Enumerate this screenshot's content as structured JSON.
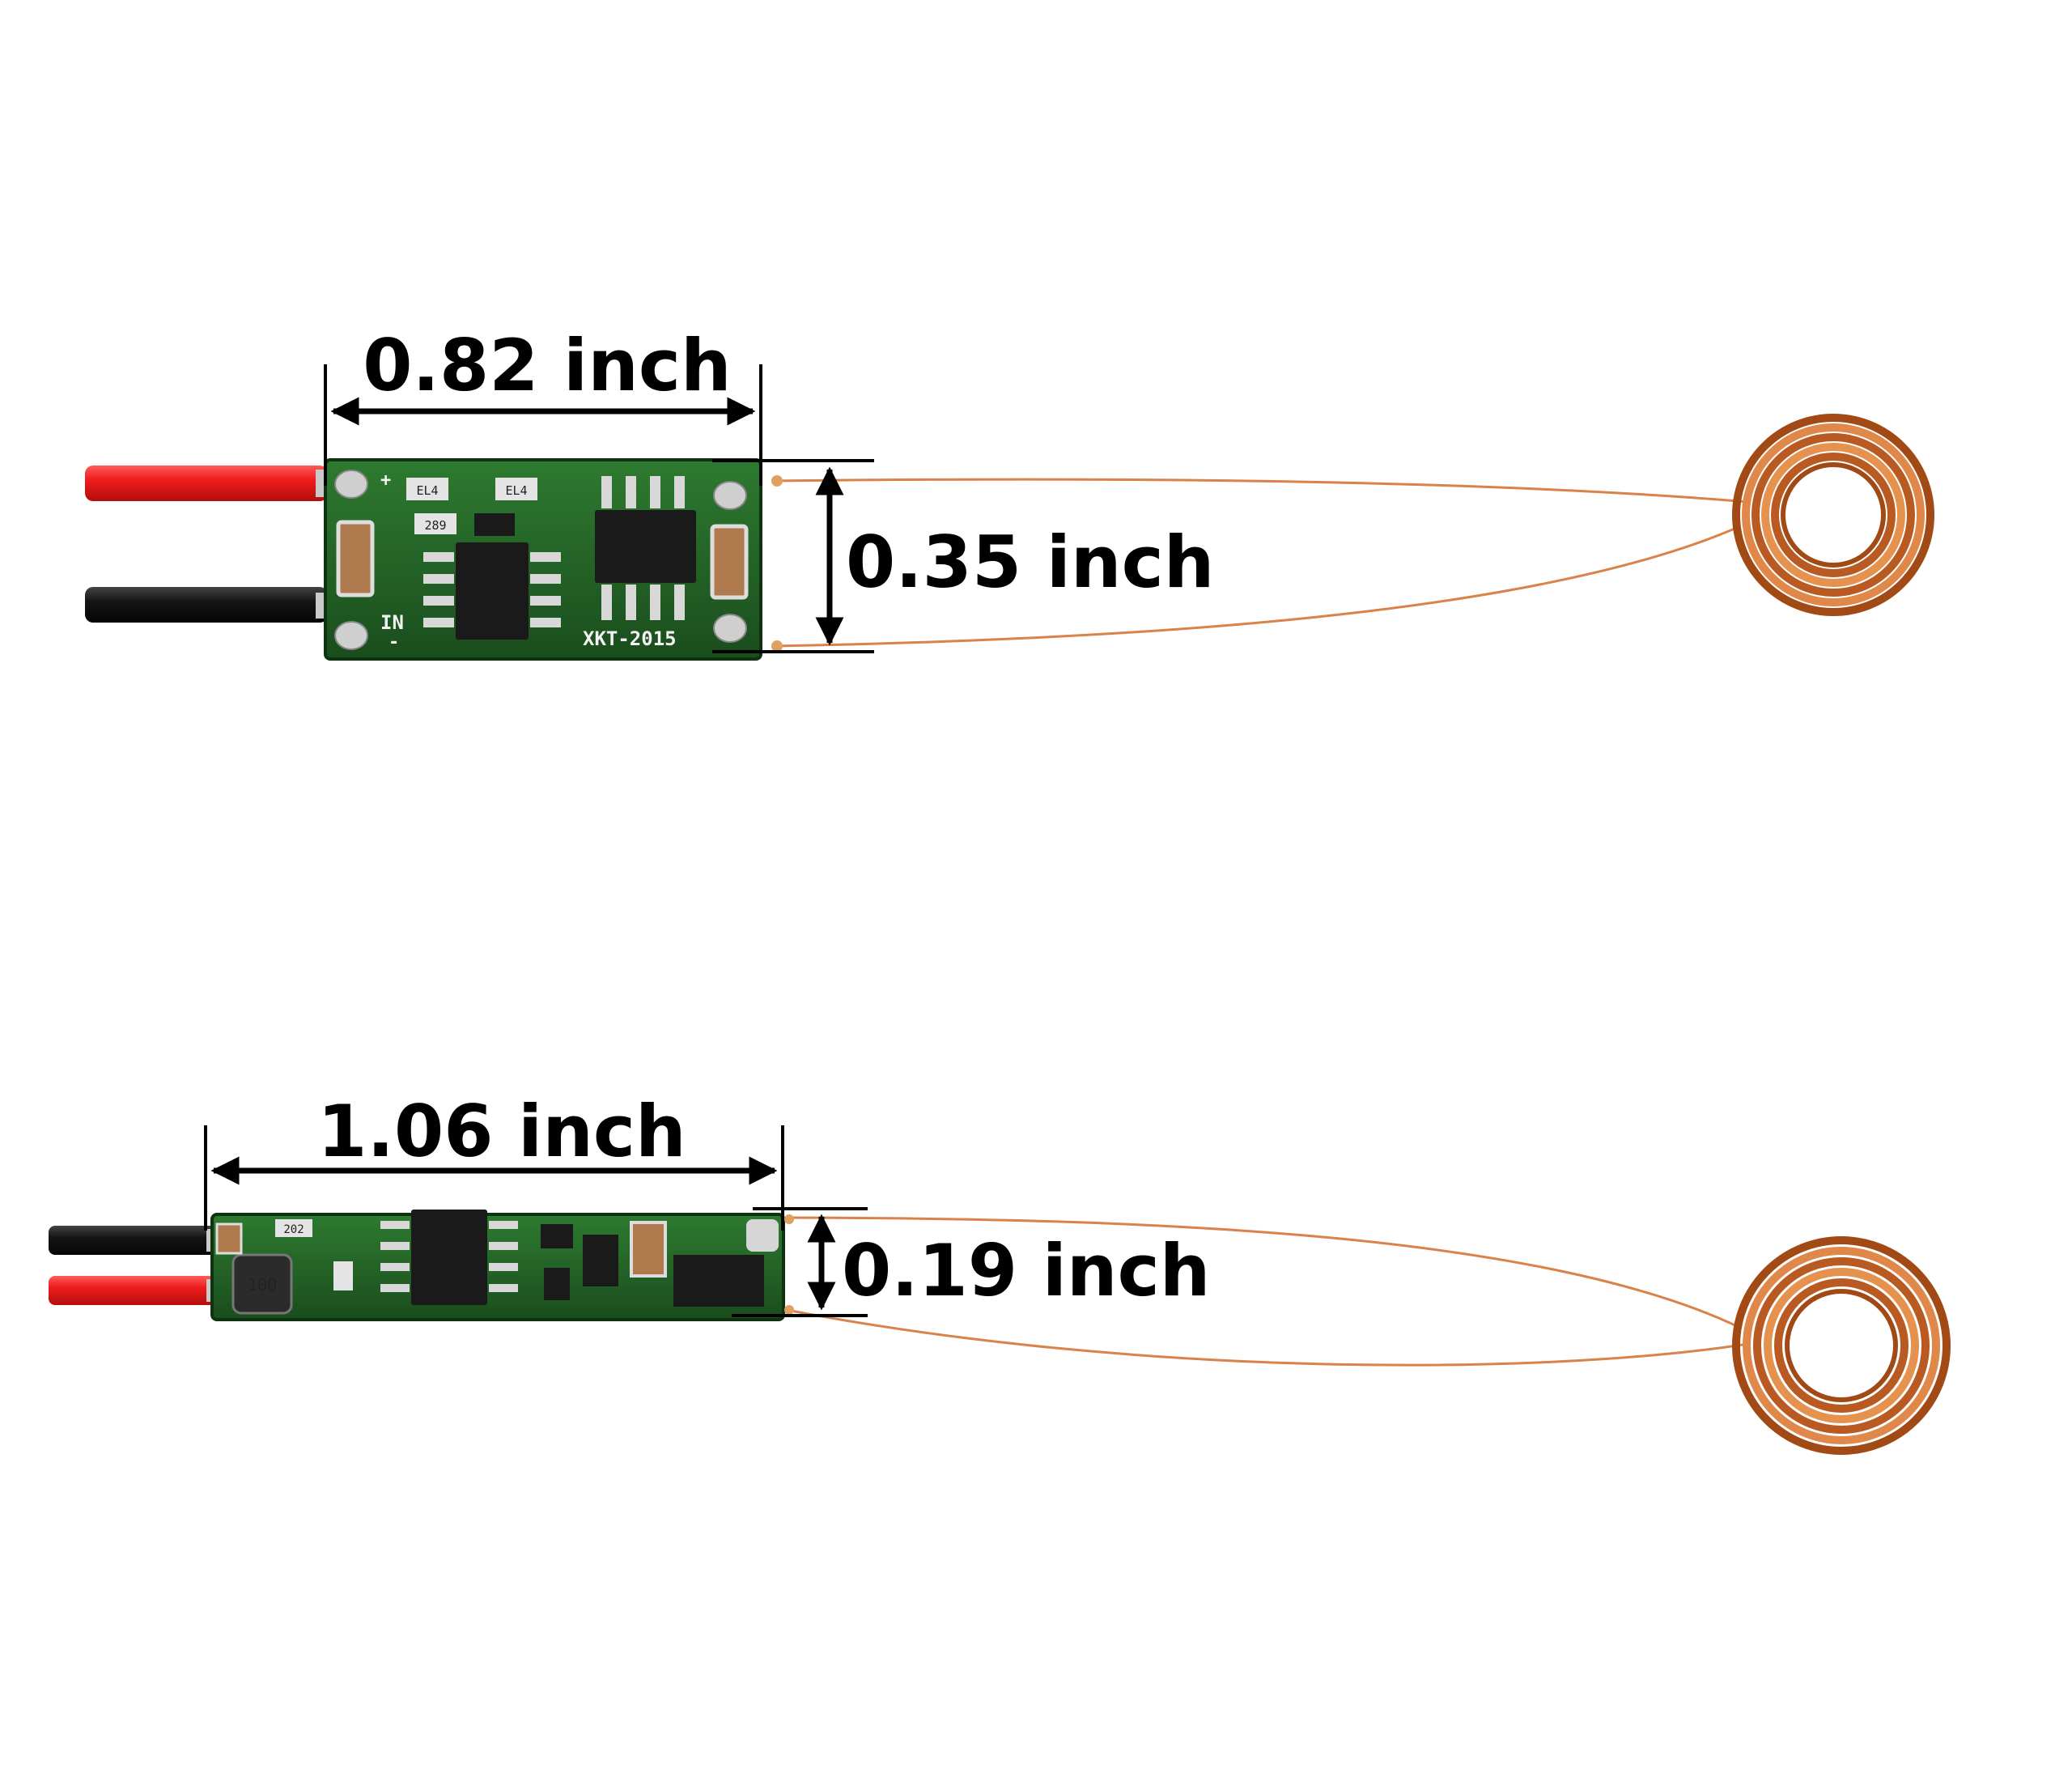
{
  "colors": {
    "background": "#ffffff",
    "pcb_green": "#1f5a22",
    "pcb_green_light": "#2e7a30",
    "copper_wire": "#d9824a",
    "coil_dark": "#a24a16",
    "coil_light": "#f0a060",
    "red_wire": "#ee1c1c",
    "black_wire": "#151515",
    "dimension_ink": "#000000"
  },
  "modules": [
    {
      "name": "wide-module",
      "width_label": "0.82 inch",
      "height_label": "0.35 inch",
      "silkscreen": {
        "board_id": "XKT-2015",
        "input": "IN",
        "plus": "+",
        "minus": "-"
      },
      "component_codes": [
        "EL4",
        "EL4",
        "289"
      ]
    },
    {
      "name": "slim-module",
      "width_label": "1.06 inch",
      "height_label": "0.19 inch",
      "silkscreen": {},
      "component_codes": [
        "202",
        "100"
      ]
    }
  ],
  "icons": {
    "coil": "spiral-coil-icon",
    "dimension_arrow": "double-arrow-icon"
  }
}
